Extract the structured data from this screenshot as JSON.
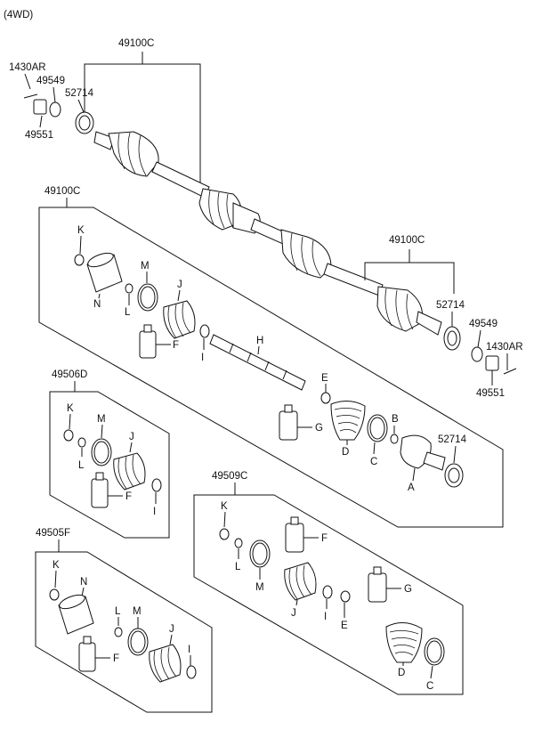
{
  "header": {
    "variant": "(4WD)"
  },
  "main_shaft": {
    "assembly": "49100C",
    "left": {
      "bolt": "1430AR",
      "washer": "49549",
      "nut": "49551",
      "ring": "52714"
    },
    "right": {
      "assembly": "49100C",
      "ring": "52714",
      "washer": "49549",
      "bolt": "1430AR",
      "nut": "49551"
    }
  },
  "kit_main": {
    "code": "49100C",
    "letters": {
      "K": "K",
      "N": "N",
      "L": "L",
      "M": "M",
      "J": "J",
      "F": "F",
      "I": "I",
      "H": "H",
      "E": "E",
      "G": "G",
      "D": "D",
      "B": "B",
      "C": "C",
      "A": "A"
    },
    "ring": "52714"
  },
  "kit_d": {
    "code": "49506D",
    "letters": {
      "K": "K",
      "L": "L",
      "M": "M",
      "J": "J",
      "F": "F",
      "I": "I"
    }
  },
  "kit_c": {
    "code": "49509C",
    "letters": {
      "K": "K",
      "L": "L",
      "M": "M",
      "F": "F",
      "J": "J",
      "I": "I",
      "E": "E",
      "G": "G",
      "D": "D",
      "C": "C"
    }
  },
  "kit_f": {
    "code": "49505F",
    "letters": {
      "K": "K",
      "N": "N",
      "L": "L",
      "M": "M",
      "J": "J",
      "F": "F",
      "I": "I"
    }
  }
}
